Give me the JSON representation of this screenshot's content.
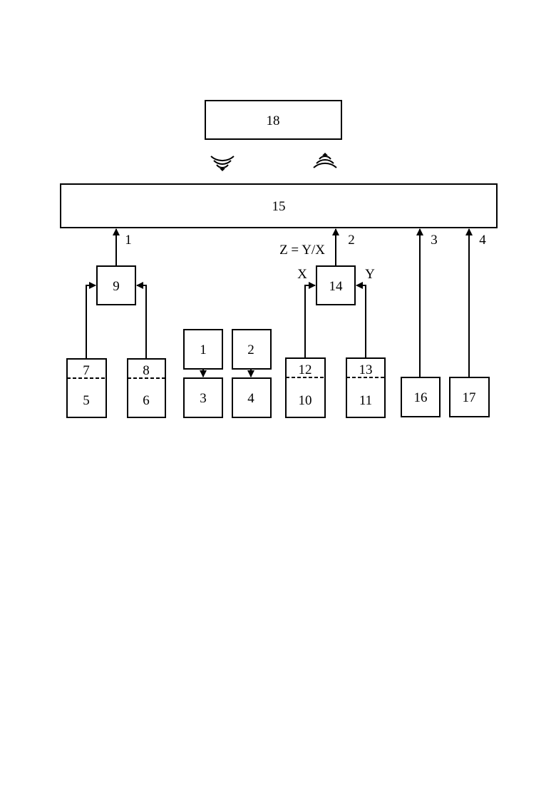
{
  "diagram": {
    "block_18": "18",
    "block_15": "15",
    "block_9": "9",
    "block_14": "14",
    "block_1": "1",
    "block_2": "2",
    "block_3": "3",
    "block_4": "4",
    "block_7": "7",
    "block_5": "5",
    "block_8": "8",
    "block_6": "6",
    "block_12": "12",
    "block_10": "10",
    "block_13": "13",
    "block_11": "11",
    "block_16": "16",
    "block_17": "17",
    "channel_1": "1",
    "channel_2": "2",
    "channel_3": "3",
    "channel_4": "4",
    "formula": "Z = Y/X",
    "input_x": "X",
    "input_y": "Y"
  }
}
